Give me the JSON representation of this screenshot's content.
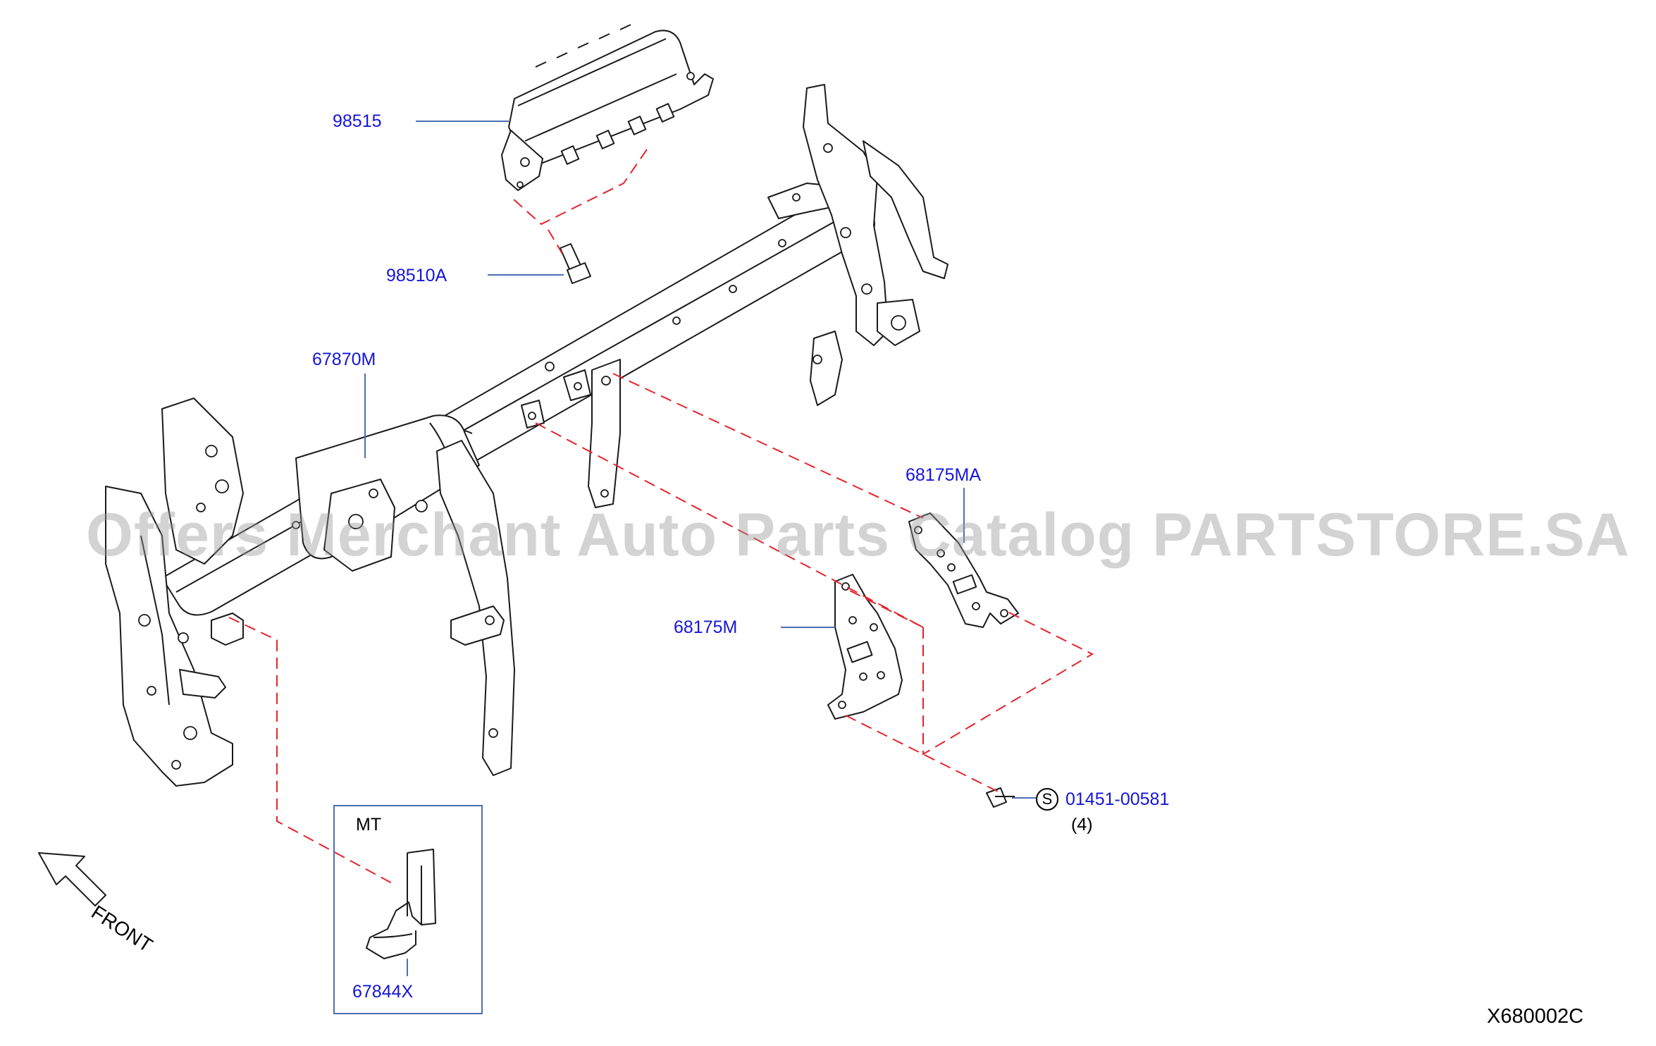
{
  "diagram_code": "X680002C",
  "watermark": "Offers Merchant Auto Parts Catalog PARTSTORE.SA",
  "front_label": "FRONT",
  "mt_box": {
    "title": "MT"
  },
  "callouts": [
    {
      "part": "98515"
    },
    {
      "part": "98510A"
    },
    {
      "part": "67870M"
    },
    {
      "part": "68175MA"
    },
    {
      "part": "68175M"
    },
    {
      "part": "01451-00581",
      "symbol": "S",
      "quantity": "(4)"
    },
    {
      "part": "67844X"
    }
  ],
  "colors": {
    "callout_text": "#1515d8",
    "leader_line": "#4a6fb5",
    "dashed_guide": "#e5242b",
    "line_art": "#1a1a1a"
  },
  "icons": [
    "front-arrow-icon",
    "standard-part-s-icon"
  ]
}
